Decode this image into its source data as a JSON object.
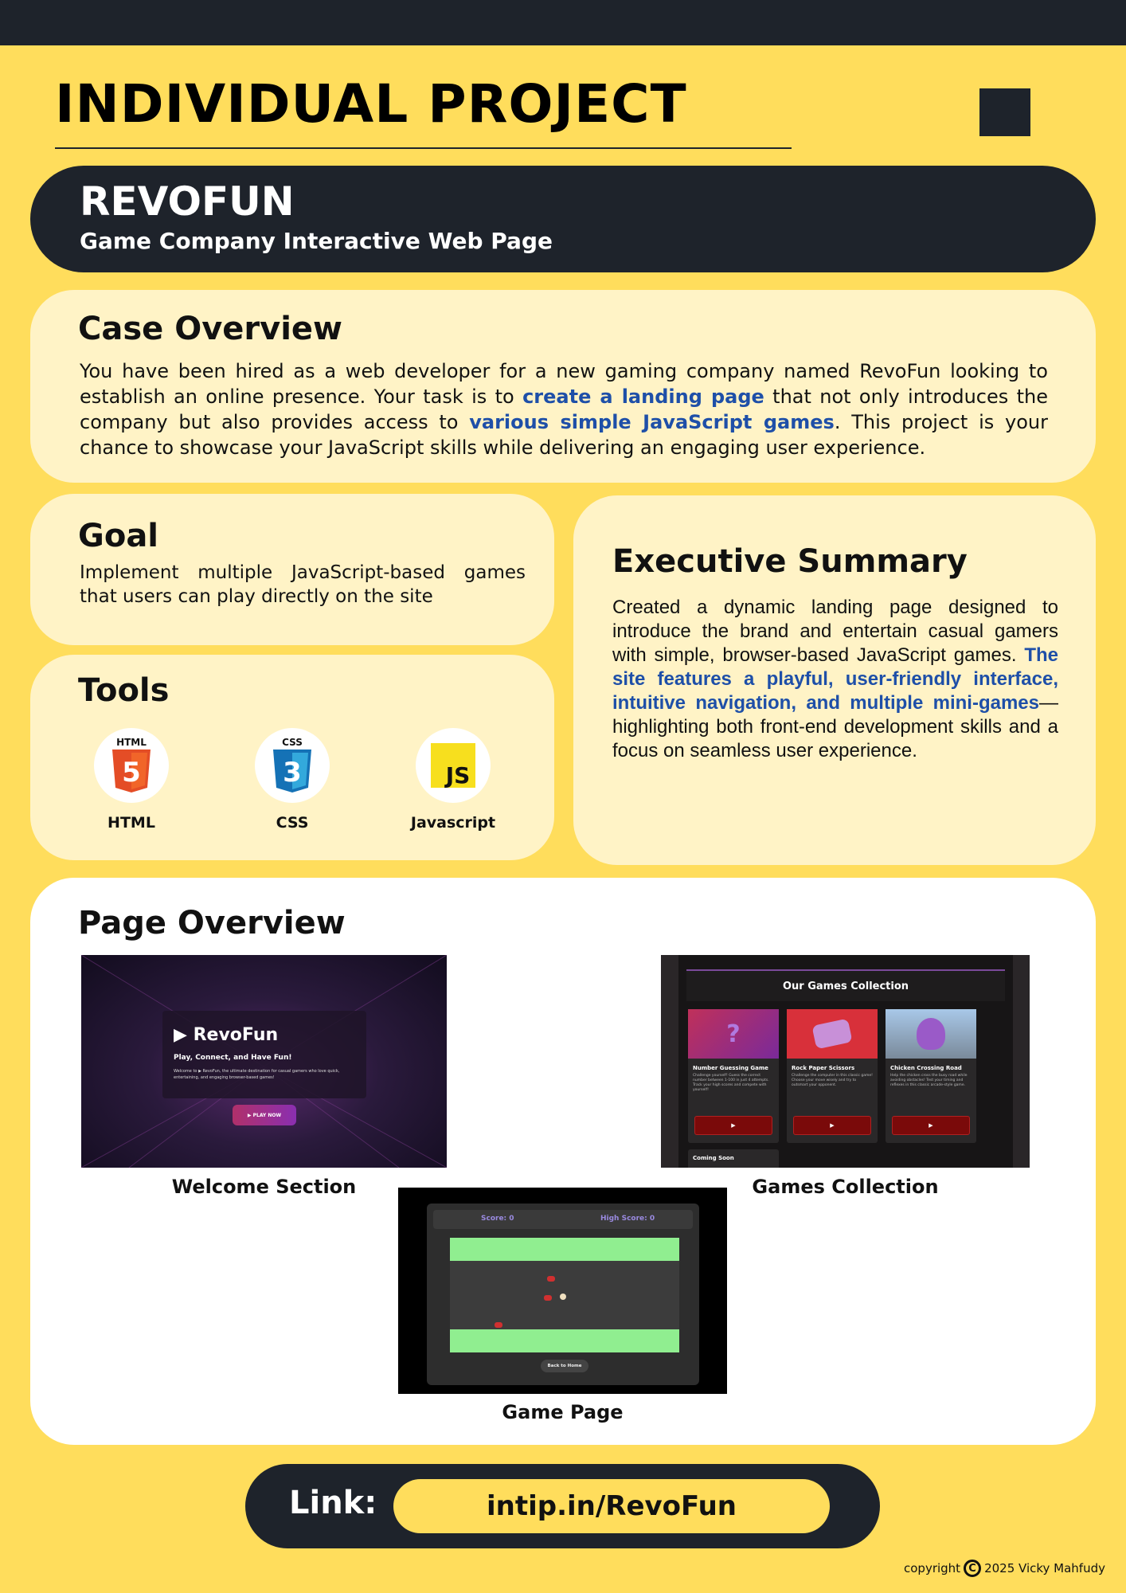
{
  "header": {
    "title": "INDIVIDUAL PROJECT"
  },
  "banner": {
    "name": "REVOFUN",
    "subtitle": "Game Company Interactive Web Page"
  },
  "case_overview": {
    "heading": "Case Overview",
    "text_1": "You have been hired as a web developer for a new gaming company named RevoFun looking to establish an online presence. Your task is to ",
    "highlight_1": "create a landing page",
    "text_2": " that not only introduces the company but also provides access to ",
    "highlight_2": "various simple JavaScript games",
    "text_3": ". This project is your chance to showcase your JavaScript skills while delivering an engaging user experience."
  },
  "goal": {
    "heading": "Goal",
    "text": "Implement multiple JavaScript-based games that users can play directly on the site"
  },
  "tools": {
    "heading": "Tools",
    "items": [
      {
        "label": "HTML",
        "icon": "html5-icon",
        "badge": "HTML",
        "glyph": "5",
        "color": "#E44D26"
      },
      {
        "label": "CSS",
        "icon": "css3-icon",
        "badge": "CSS",
        "glyph": "3",
        "color": "#1572B6"
      },
      {
        "label": "Javascript",
        "icon": "javascript-icon",
        "glyph": "JS",
        "color": "#F7DF1E"
      }
    ]
  },
  "executive_summary": {
    "heading": "Executive Summary",
    "text_1": "Created a dynamic landing page designed to introduce the brand and entertain casual gamers with simple, browser-based JavaScript games. ",
    "highlight": "The site features a playful, user-friendly interface, intuitive navigation, and multiple mini-games",
    "text_2": "—highlighting both front-end development skills and a focus on seamless user experience."
  },
  "page_overview": {
    "heading": "Page Overview",
    "welcome": {
      "caption": "Welcome Section",
      "logo": "▶ RevoFun",
      "tagline": "Play, Connect, and Have Fun!",
      "blurb": "Welcome to ▶ RevoFun, the ultimate destination for casual gamers who love quick, entertaining, and engaging browser-based games!",
      "button": "▶ PLAY NOW"
    },
    "games": {
      "caption": "Games Collection",
      "title": "Our Games Collection",
      "cards": [
        {
          "name": "Number Guessing Game",
          "desc": "Challenge yourself! Guess the correct number between 1-100 in just 4 attempts. Track your high scores and compete with yourself!",
          "play": "▶"
        },
        {
          "name": "Rock Paper Scissors",
          "desc": "Challenge the computer in this classic game! Choose your move wisely and try to outsmart your opponent.",
          "play": "▶"
        },
        {
          "name": "Chicken Crossing Road",
          "desc": "Help the chicken cross the busy road while avoiding obstacles! Test your timing and reflexes in this classic arcade-style game.",
          "play": "▶"
        }
      ],
      "coming_soon": "Coming Soon"
    },
    "game_page": {
      "caption": "Game Page",
      "score": "Score: 0",
      "high_score": "High Score: 0",
      "back_button": "Back to Home"
    }
  },
  "link": {
    "label": "Link:",
    "url": "intip.in/RevoFun"
  },
  "copyright": {
    "prefix": "copyright",
    "symbol": "C",
    "text": "2025 Vicky Mahfudy"
  },
  "colors": {
    "background": "#FFDD5C",
    "dark": "#1E232B",
    "card": "#FFF3C6",
    "highlight": "#1E4FA8"
  }
}
